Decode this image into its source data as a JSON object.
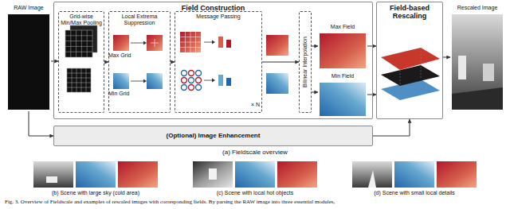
{
  "diagram": {
    "caption": "Fig. 3. Overview of Fieldscale and examples of rescaled images with corresponding fields. By parsing the RAW image into three essential modules,",
    "nodes": [
      {
        "text": [
          "RAW Image"
        ]
      },
      {
        "text": [
          "Field Construction"
        ]
      },
      {
        "text": [
          "Grid-wise Min/Max Pooling"
        ],
        "in": 1
      },
      {
        "text": [
          "Local Extrema Suppression"
        ],
        "in": 1
      },
      {
        "text": [
          "Message Passing"
        ],
        "in": 1
      },
      {
        "text": [
          "Bilinear Interpolation"
        ],
        "in": 1
      },
      {
        "text": [
          "Max Field"
        ],
        "in": 1
      },
      {
        "text": [
          "Min Field"
        ],
        "in": 1
      },
      {
        "text": [
          "Field-based Rescaling"
        ]
      },
      {
        "text": [
          "Rescaled Image"
        ]
      },
      {
        "text": [
          "(Optional) Image Enhancement"
        ]
      }
    ],
    "edges": [
      {
        "from": 0,
        "to": 2,
        "arrow": "to"
      },
      {
        "from": 2,
        "to": 3,
        "arrow": "to"
      },
      {
        "from": 3,
        "to": 4,
        "arrow": "to"
      },
      {
        "from": 4,
        "to": 5,
        "arrow": "to"
      },
      {
        "from": 5,
        "to": 6,
        "arrow": "to"
      },
      {
        "from": 5,
        "to": 7,
        "arrow": "to"
      },
      {
        "from": 6,
        "to": 8,
        "arrow": "to"
      },
      {
        "from": 7,
        "to": 8,
        "arrow": "to"
      },
      {
        "from": 8,
        "to": 9,
        "arrow": "to"
      },
      {
        "from": 0,
        "to": 10,
        "arrow": "to"
      },
      {
        "from": 10,
        "to": 8,
        "arrow": "to"
      }
    ],
    "labels": [
      "Max Grid",
      "Min Grid",
      "× N",
      "(a) Fieldscale overview",
      "(b) Scene with large sky (cold area)",
      "(c) Scene with local hot objects",
      "(d) Scene with small local details"
    ]
  }
}
